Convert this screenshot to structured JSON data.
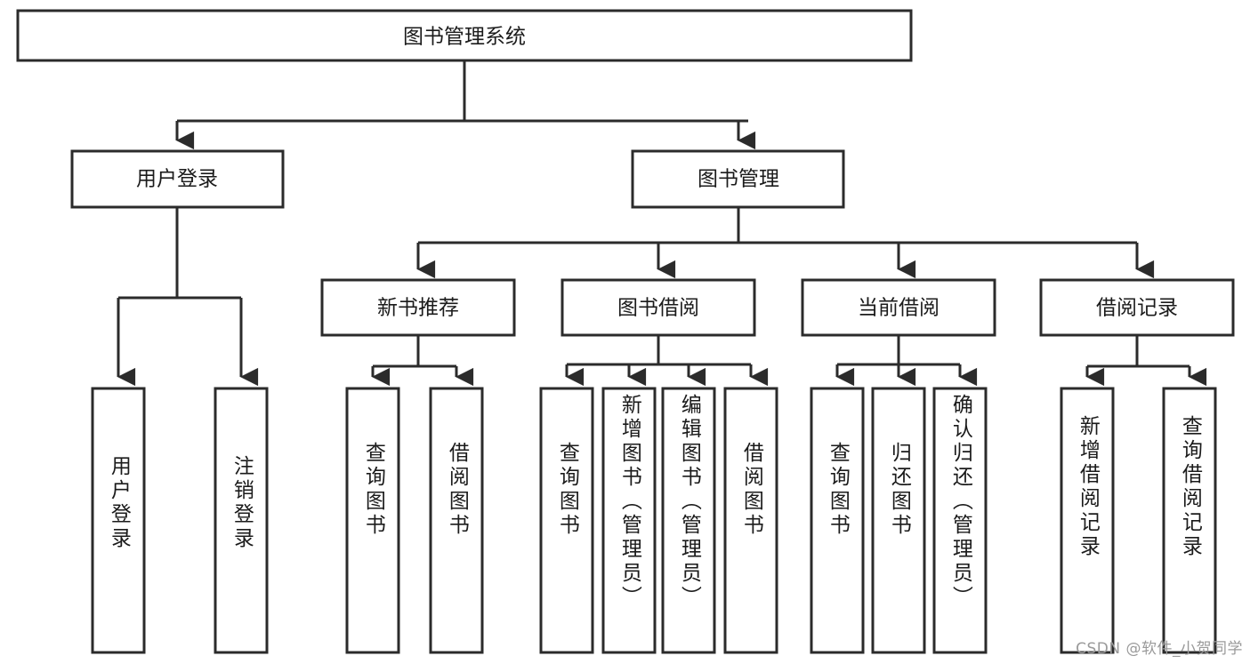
{
  "diagram": {
    "title": "图书管理系统",
    "type": "tree-hierarchy-diagram",
    "colors": {
      "box_stroke": "#2b2b2b",
      "box_fill": "#ffffff",
      "text": "#1b1b1b",
      "background": "#ffffff",
      "watermark": "#9a9a9a"
    },
    "root": {
      "label": "图书管理系统"
    },
    "level2": [
      {
        "label": "用户登录"
      },
      {
        "label": "图书管理"
      }
    ],
    "level3": [
      {
        "label": "新书推荐"
      },
      {
        "label": "图书借阅"
      },
      {
        "label": "当前借阅"
      },
      {
        "label": "借阅记录"
      }
    ],
    "leaves": {
      "user_login": [
        {
          "label": "用户登录"
        },
        {
          "label": "注销登录"
        }
      ],
      "new_book_recommend": [
        {
          "label": "查询图书"
        },
        {
          "label": "借阅图书"
        }
      ],
      "book_borrow": [
        {
          "label": "查询图书"
        },
        {
          "label": "新增图书（管理员）"
        },
        {
          "label": "编辑图书（管理员）"
        },
        {
          "label": "借阅图书"
        }
      ],
      "current_borrow": [
        {
          "label": "查询图书"
        },
        {
          "label": "归还图书"
        },
        {
          "label": "确认归还（管理员）"
        }
      ],
      "borrow_record": [
        {
          "label": "新增借阅记录"
        },
        {
          "label": "查询借阅记录"
        }
      ]
    },
    "watermark": "CSDN @软件_小贺同学"
  }
}
